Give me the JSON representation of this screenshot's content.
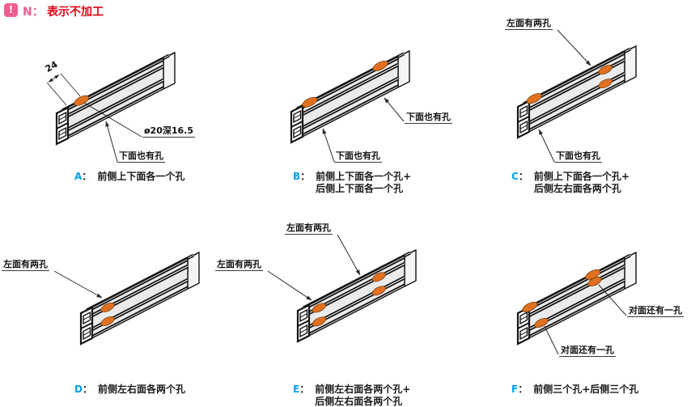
{
  "header": {
    "badge_glyph": "!",
    "code_label": "N：",
    "title": "表示不加工"
  },
  "caption_separator": "：",
  "colors": {
    "badge_pink": "#ee5f8e",
    "title_red": "#e60012",
    "letter_blue": "#00a0e9",
    "hole_orange": "#e07020",
    "profile_gray": "#ebebeb"
  },
  "diagrams": [
    {
      "letter": "A",
      "caption_lines": [
        "前侧上下面各一个孔"
      ],
      "callouts": {
        "dimension": "24",
        "hole_spec": "ø20深16.5",
        "bottom_note": "下面也有孔"
      }
    },
    {
      "letter": "B",
      "caption_lines": [
        "前侧上下面各一个孔+",
        "后侧上下面各一个孔"
      ],
      "callouts": {
        "back_note": "下面也有孔",
        "bottom_note": "下面也有孔"
      }
    },
    {
      "letter": "C",
      "caption_lines": [
        "前侧上下面各一个孔+",
        "后侧左右面各两个孔"
      ],
      "callouts": {
        "left_note": "左面有两孔",
        "bottom_note": "下面也有孔"
      }
    },
    {
      "letter": "D",
      "caption_lines": [
        "前侧左右面各两个孔"
      ],
      "callouts": {
        "left_note": "左面有两孔"
      }
    },
    {
      "letter": "E",
      "caption_lines": [
        "前侧左右面各两个孔+",
        "后侧左右面各两个孔"
      ],
      "callouts": {
        "left_top_note": "左面有两孔",
        "left_side_note": "左面有两孔"
      }
    },
    {
      "letter": "F",
      "caption_lines": [
        "前侧三个孔+后侧三个孔"
      ],
      "callouts": {
        "right_note": "对面还有一孔",
        "bottom_note": "对面还有一孔"
      }
    }
  ]
}
